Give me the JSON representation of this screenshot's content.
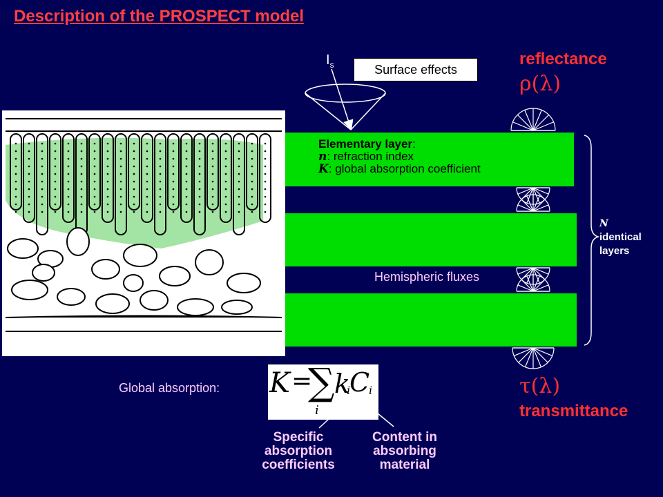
{
  "title": "Description of the PROSPECT model",
  "incident": {
    "I": "I",
    "sub": "s"
  },
  "surface_effects": "Surface effects",
  "reflectance": {
    "label": "reflectance",
    "symbol": "ρ(λ)"
  },
  "transmittance": {
    "label": "transmittance",
    "symbol": "τ(λ)"
  },
  "elementary_layer": {
    "title_bold": "Elementary layer",
    "title_colon": ":",
    "n_sym": "n",
    "n_text": ": refraction index",
    "k_sym": "K",
    "k_text": ": global absorption coefficient"
  },
  "hemispheric_fluxes": "Hemispheric fluxes",
  "layers_note": {
    "n": "N",
    "line1": "identical",
    "line2": "layers"
  },
  "global_absorption": {
    "label": "Global absorption:",
    "formula": {
      "lhs": "K",
      "eq": "=",
      "sigma": "∑",
      "index": "i",
      "k": "k",
      "k_sub": "i",
      "c": "C",
      "c_sub": "i"
    }
  },
  "annotations": {
    "specific": [
      "Specific",
      "absorption",
      "coefficients"
    ],
    "content": [
      "Content in",
      "absorbing",
      "material"
    ]
  },
  "colors": {
    "background": "#000055",
    "accent_red": "#ff3030",
    "layer_green": "#00dd00",
    "label_pink": "#ffccff"
  }
}
